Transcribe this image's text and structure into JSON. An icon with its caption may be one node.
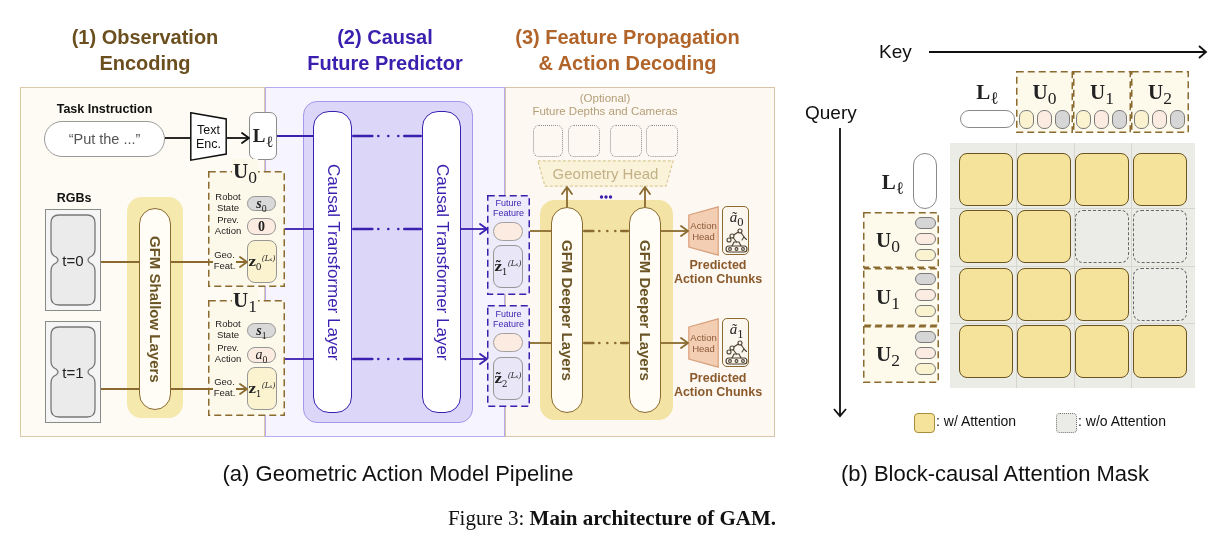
{
  "diagram": {
    "caption": "Figure 3: **Main architecture of GAM.**",
    "nodes": [
      {
        "text": [
          "(1) Observation Encoding"
        ]
      },
      {
        "text": [
          "(2) Causal Future Predictor"
        ]
      },
      {
        "text": [
          "(3) Feature Propagation & Action Decoding"
        ]
      },
      {
        "text": [
          "Task Instruction",
          "“Put the ...”"
        ],
        "in": 0
      },
      {
        "text": [
          "Text Enc."
        ],
        "in": 0
      },
      {
        "text": [
          "**L**$_{ℓ}$"
        ]
      },
      {
        "text": [
          "t=0"
        ],
        "in": 0
      },
      {
        "text": [
          "t=1"
        ],
        "in": 0
      },
      {
        "text": [
          "GFM Shallow Layers"
        ],
        "in": 0
      },
      {
        "text": [
          "**U**$_{0}$"
        ]
      },
      {
        "text": [
          "**s**$_{0}$"
        ],
        "in": 9,
        "beside": [
          "Robot State"
        ]
      },
      {
        "text": [
          "0"
        ],
        "in": 9,
        "beside": [
          "Prev. Action"
        ]
      },
      {
        "text": [
          "**z**$_{0}$$^{(Lₛ)}$"
        ],
        "in": 9
      },
      {
        "text": [
          "**U**$_{1}$"
        ]
      },
      {
        "text": [
          "**s**$_{1}$"
        ],
        "in": 13,
        "beside": [
          "Robot State"
        ]
      },
      {
        "text": [
          "*a*$_{0}$"
        ],
        "in": 13,
        "beside": [
          "Prev. Action"
        ]
      },
      {
        "text": [
          "**z**$_{1}$$^{(Lₛ)}$"
        ],
        "in": 13
      },
      {
        "text": [
          "Causal Transformer Layer"
        ],
        "in": 1
      },
      {
        "text": [
          "Causal Transformer Layer"
        ],
        "in": 1
      },
      {
        "text": [
          "Future Feature"
        ]
      },
      {
        "text": [],
        "shape": "pill",
        "in": 19
      },
      {
        "text": [
          "**z̃**$_{1}$$^{(Lₛ)}$"
        ],
        "in": 19
      },
      {
        "text": [
          "Future Feature"
        ]
      },
      {
        "text": [],
        "shape": "pill",
        "in": 22
      },
      {
        "text": [
          "**z̃**$_{2}$$^{(Lₛ)}$"
        ],
        "in": 22
      },
      {
        "text": [],
        "shape": "box",
        "in": 2
      },
      {
        "text": [],
        "shape": "box",
        "in": 2
      },
      {
        "text": [],
        "shape": "box",
        "in": 2
      },
      {
        "text": [],
        "shape": "box",
        "in": 2
      },
      {
        "text": [
          "Geometry Head"
        ],
        "in": 2
      },
      {
        "text": [
          "GFM Deeper Layers"
        ],
        "in": 2
      },
      {
        "text": [
          "GFM Deeper Layers"
        ],
        "in": 2
      },
      {
        "text": [
          "Action Head"
        ],
        "in": 2
      },
      {
        "text": [
          "*ã*$_{0}$"
        ],
        "in": 2,
        "beside": [
          "Predicted Action Chunks"
        ]
      },
      {
        "text": [
          "Action Head"
        ],
        "in": 2
      },
      {
        "text": [
          "*ã*$_{1}$"
        ],
        "in": 2,
        "beside": [
          "Predicted Action Chunks"
        ]
      },
      {
        "text": [
          "**L**$_{ℓ}$"
        ]
      },
      {
        "text": [
          "**U**$_{0}$"
        ]
      },
      {
        "text": [
          "**U**$_{1}$"
        ]
      },
      {
        "text": [
          "**U**$_{2}$"
        ]
      },
      {
        "text": [
          "**L**$_{ℓ}$"
        ]
      },
      {
        "text": [
          "**U**$_{0}$"
        ]
      },
      {
        "text": [
          "**U**$_{1}$"
        ]
      },
      {
        "text": [
          "**U**$_{2}$"
        ]
      }
    ],
    "edges": [
      {
        "from": 3,
        "to": 4,
        "arrow": "none",
        "color": "#111111"
      },
      {
        "from": 4,
        "to": 5,
        "arrow": "to",
        "color": "#111111"
      },
      {
        "from": 6,
        "to": 8,
        "arrow": "none"
      },
      {
        "from": 8,
        "to": 12,
        "arrow": "to",
        "label": "Geo. Feat."
      },
      {
        "from": 7,
        "to": 8,
        "arrow": "none"
      },
      {
        "from": 8,
        "to": 16,
        "arrow": "to",
        "label": "Geo. Feat."
      },
      {
        "from": 5,
        "to": 17,
        "arrow": "none",
        "color": "#3b1fae"
      },
      {
        "from": 9,
        "to": 17,
        "arrow": "none",
        "color": "#3b1fae"
      },
      {
        "from": 13,
        "to": 17,
        "arrow": "none",
        "color": "#3b1fae"
      },
      {
        "from": 17,
        "to": 18,
        "arrow": "none",
        "style": "dashed",
        "color": "#3b1fae"
      },
      {
        "from": 17,
        "to": 18,
        "arrow": "none",
        "style": "dashed",
        "color": "#3b1fae"
      },
      {
        "from": 17,
        "to": 18,
        "arrow": "none",
        "style": "dashed",
        "color": "#3b1fae"
      },
      {
        "from": 18,
        "to": 19,
        "arrow": "to",
        "color": "#3b1fae"
      },
      {
        "from": 18,
        "to": 22,
        "arrow": "to",
        "color": "#3b1fae"
      },
      {
        "from": 19,
        "to": 30,
        "arrow": "none"
      },
      {
        "from": 22,
        "to": 30,
        "arrow": "none"
      },
      {
        "from": 30,
        "to": 31,
        "arrow": "none",
        "style": "dashed"
      },
      {
        "from": 30,
        "to": 31,
        "arrow": "none",
        "style": "dashed"
      },
      {
        "from": 31,
        "to": 32,
        "arrow": "to"
      },
      {
        "from": 31,
        "to": 34,
        "arrow": "to"
      },
      {
        "from": 30,
        "to": 29,
        "arrow": "to"
      },
      {
        "from": 31,
        "to": 29,
        "arrow": "to"
      }
    ],
    "labels": [
      "RGBs",
      "(Optional)",
      "Future Depths and Cameras",
      "Key",
      "Query",
      "(a) Geometric Action Model Pipeline",
      "(b) Block-causal Attention Mask"
    ],
    "legend": [
      {
        "text": ": w/ Attention",
        "color": "#f5e39c"
      },
      {
        "text": ": w/o Attention",
        "color": "#ebebe7"
      }
    ]
  }
}
